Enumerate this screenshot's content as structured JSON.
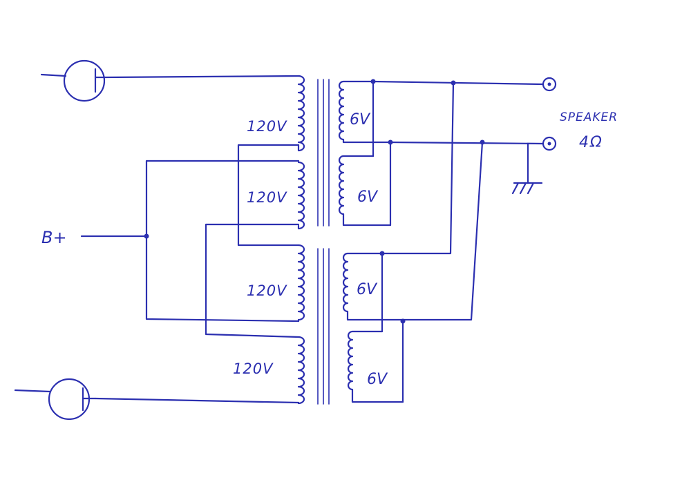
{
  "diagram": {
    "ink_color": "#2b2fb0",
    "paper_color": "#ffffff",
    "primary_windings": [
      {
        "label": "120V"
      },
      {
        "label": "120V"
      },
      {
        "label": "120V"
      },
      {
        "label": "120V"
      }
    ],
    "secondary_windings": [
      {
        "label": "6V"
      },
      {
        "label": "6V"
      },
      {
        "label": "6V"
      },
      {
        "label": "6V"
      }
    ],
    "supply_label": "B+",
    "output": {
      "label": "SPEAKER",
      "impedance": "4Ω"
    }
  }
}
